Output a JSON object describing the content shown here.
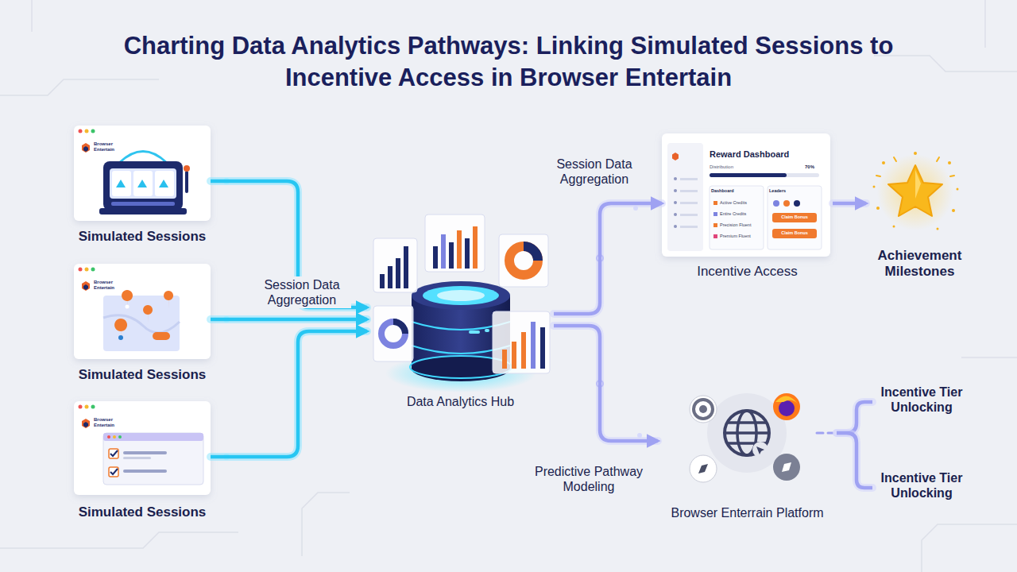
{
  "diagram": {
    "title": "Charting Data Analytics Pathways: Linking Simulated Sessions to Incentive Access in Browser Entertain",
    "nodes": [
      {
        "text": [
          "Browser Entertain",
          "Simulated Sessions"
        ]
      },
      {
        "text": [
          "Browser Entertain",
          "Simulated Sessions"
        ]
      },
      {
        "text": [
          "Browser Entertain",
          "Simulated Sessions"
        ]
      },
      {
        "text": [
          "Data Analytics Hub"
        ]
      },
      {
        "text": [
          "Reward Dashboard",
          "Distribution",
          "70%",
          "Dashboard",
          "Leaders",
          "Active Credits",
          "Entire Credits",
          "Precision Fluent",
          "Premium Fluent",
          "Claim Bonus",
          "Claim Bonus",
          "Incentive Access"
        ]
      },
      {
        "text": [
          "Achievement Milestones"
        ]
      },
      {
        "text": [
          "Browser Enterrain Platform"
        ]
      },
      {
        "text": [
          "Incentive Tier Unlocking"
        ]
      },
      {
        "text": [
          "Incentive Tier Unlocking"
        ]
      }
    ],
    "edges": [
      {
        "from": 0,
        "to": 3,
        "arrow": "to"
      },
      {
        "from": 1,
        "to": 3,
        "label": "Session Data Aggregation",
        "arrow": "to"
      },
      {
        "from": 2,
        "to": 3,
        "arrow": "to"
      },
      {
        "from": 3,
        "to": 4,
        "label": "Session Data Aggregation",
        "arrow": "to"
      },
      {
        "from": 3,
        "to": 6,
        "label": "Predictive Pathway Modeling",
        "arrow": "to"
      },
      {
        "from": 4,
        "to": 5,
        "arrow": "to"
      },
      {
        "from": 6,
        "to": 7,
        "arrow": "none"
      },
      {
        "from": 6,
        "to": 8,
        "arrow": "none"
      }
    ]
  }
}
